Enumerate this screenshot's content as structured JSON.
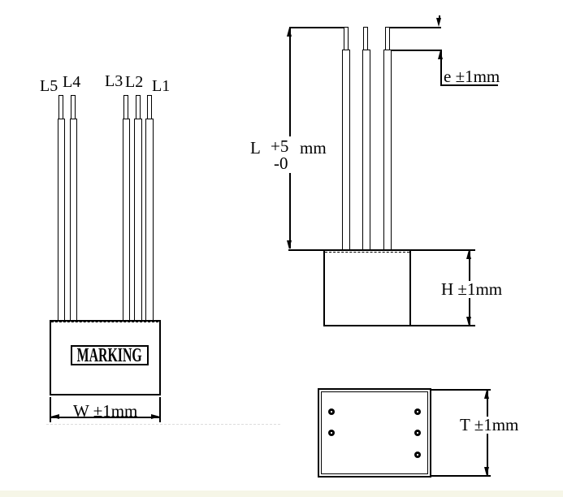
{
  "drawing": {
    "front_view": {
      "lead_labels": [
        "L5",
        "L4",
        "L3",
        "L2",
        "L1"
      ],
      "marking": "MARKING",
      "width_dim": "W ±1mm"
    },
    "side_view": {
      "length_dim": {
        "symbol": "L",
        "plus": "+5",
        "unit": "mm",
        "minus": "-0"
      },
      "lead_tip_dim": "e ±1mm",
      "height_dim": "H ±1mm"
    },
    "bottom_view": {
      "thickness_dim": "T ±1mm"
    },
    "colors": {
      "line": "#000000",
      "background": "#ffffff",
      "footer_band": "#f6f6e7"
    }
  }
}
